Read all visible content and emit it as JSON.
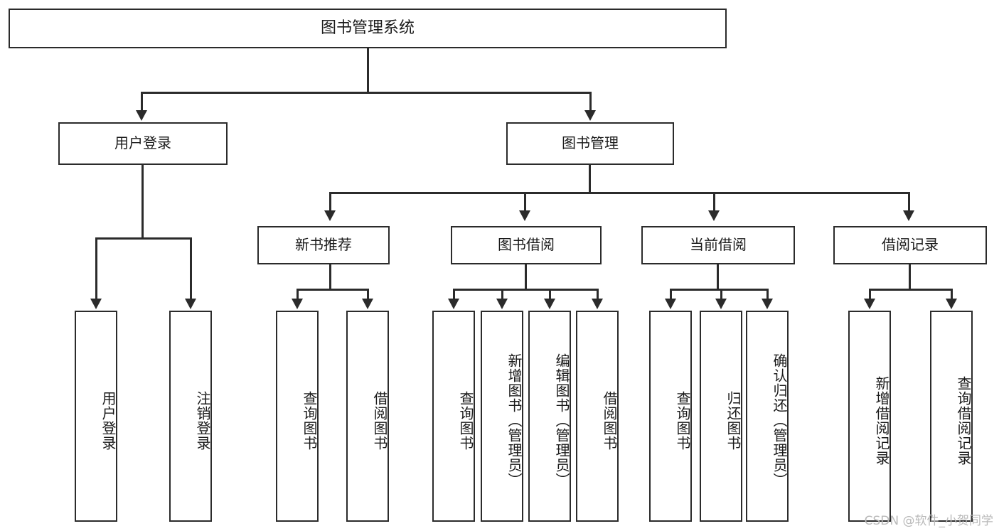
{
  "diagram": {
    "title": "图书管理系统",
    "watermark": "CSDN @软件_小贺同学",
    "colors": {
      "stroke": "#2b2b2b",
      "fill": "#ffffff",
      "text": "#1a1a1a",
      "watermark": "#b9b9b9"
    },
    "root": {
      "label": "图书管理系统"
    },
    "level2": [
      {
        "label": "用户登录"
      },
      {
        "label": "图书管理"
      }
    ],
    "level3": [
      {
        "label": "新书推荐"
      },
      {
        "label": "图书借阅"
      },
      {
        "label": "当前借阅"
      },
      {
        "label": "借阅记录"
      }
    ],
    "leaves": {
      "user_login": [
        {
          "label": "用户登录"
        },
        {
          "label": "注销登录"
        }
      ],
      "new_book_recommend": [
        {
          "label": "查询图书"
        },
        {
          "label": "借阅图书"
        }
      ],
      "book_borrow": [
        {
          "label": "查询图书"
        },
        {
          "label": "新增图书（管理员）"
        },
        {
          "label": "编辑图书（管理员）"
        },
        {
          "label": "借阅图书"
        }
      ],
      "current_borrow": [
        {
          "label": "查询图书"
        },
        {
          "label": "归还图书"
        },
        {
          "label": "确认归还（管理员）"
        }
      ],
      "borrow_records": [
        {
          "label": "新增借阅记录"
        },
        {
          "label": "查询借阅记录"
        }
      ]
    }
  }
}
